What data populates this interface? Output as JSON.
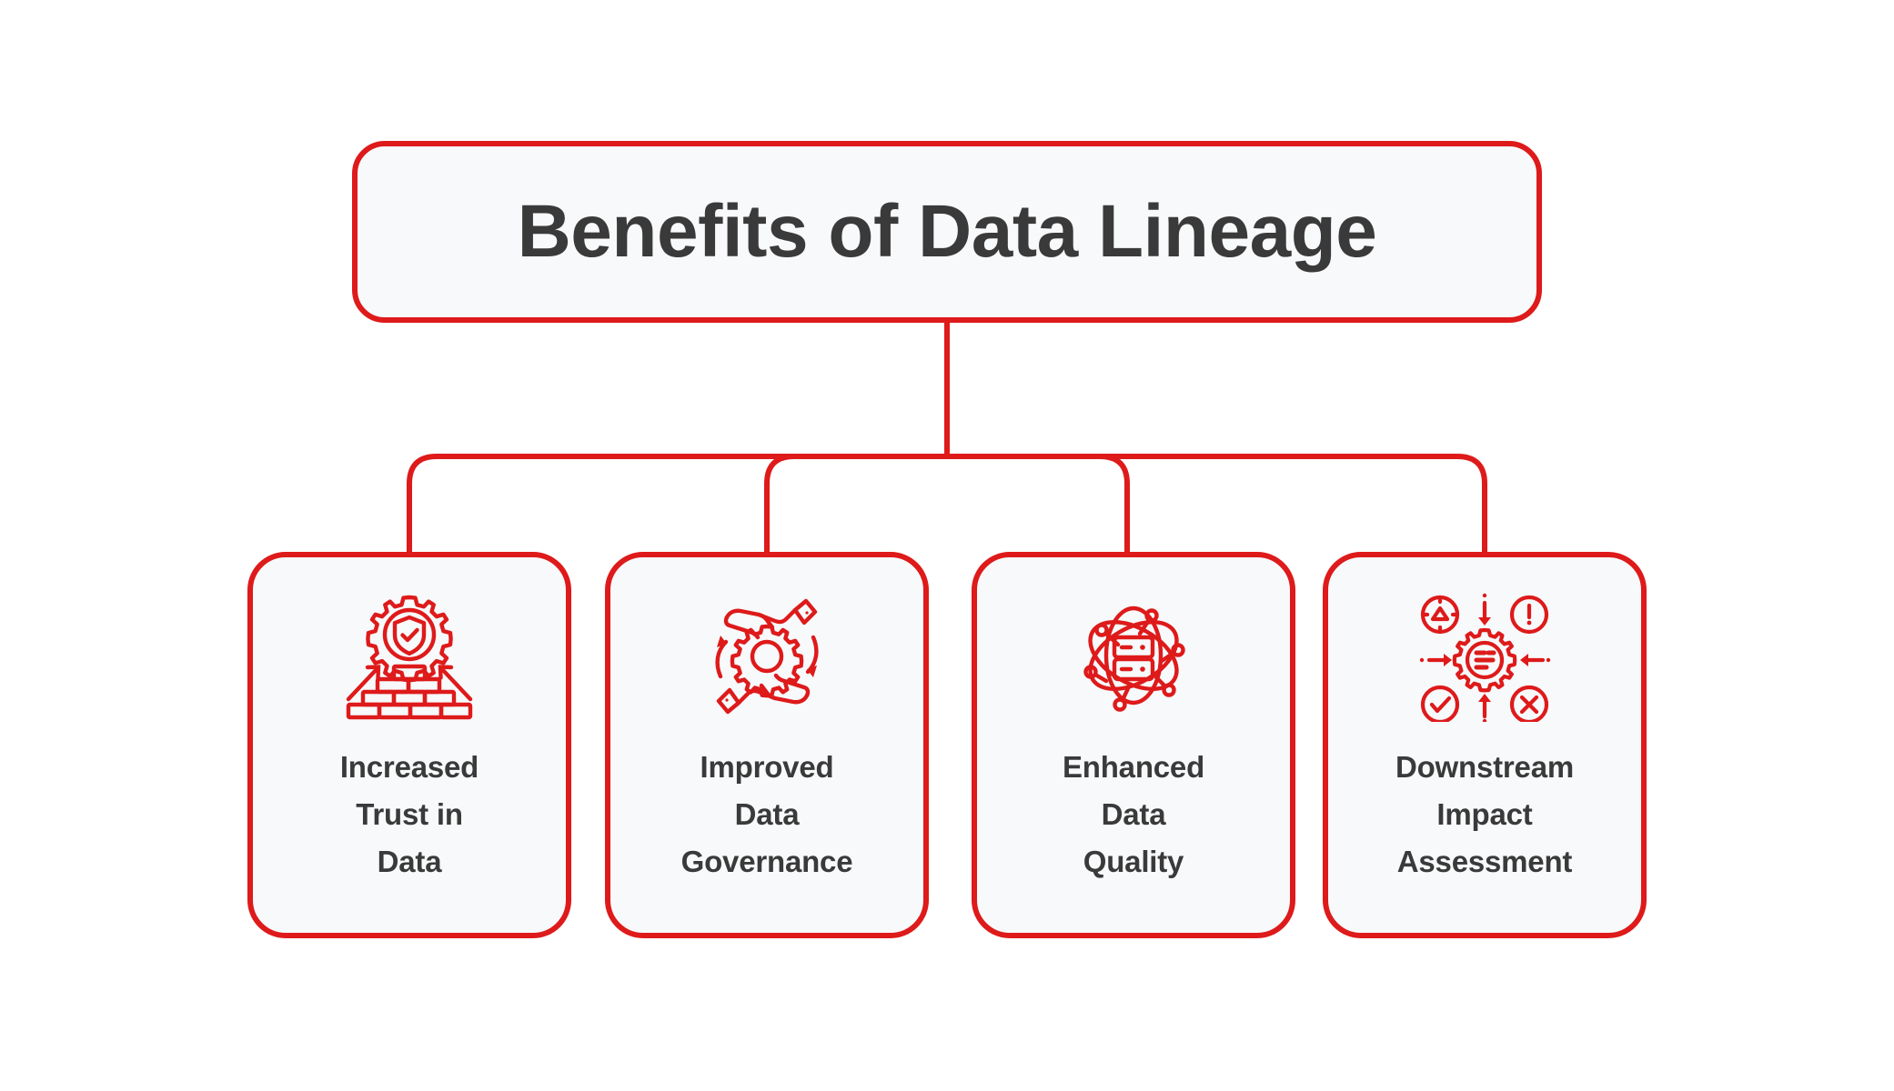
{
  "diagram": {
    "type": "hierarchy-tree",
    "title": "Benefits of Data Lineage",
    "node_count": 4,
    "colors": {
      "accent_red": "#DE1A1A",
      "box_fill": "#F7F9FB",
      "text_dark": "#3A3A3A",
      "background": "#FFFFFF"
    },
    "nodes": [
      {
        "id": "increased-trust-in-data",
        "label": "Increased\nTrust in\nData",
        "label_lines": [
          "Increased",
          "Trust in",
          "Data"
        ],
        "icon": "gear-shield-check-bricks-icon"
      },
      {
        "id": "improved-data-governance",
        "label": "Improved\nData\nGovernance",
        "label_lines": [
          "Improved",
          "Data",
          "Governance"
        ],
        "icon": "hands-gear-cycle-icon"
      },
      {
        "id": "enhanced-data-quality",
        "label": "Enhanced\nData\nQuality",
        "label_lines": [
          "Enhanced",
          "Data",
          "Quality"
        ],
        "icon": "atom-database-icon"
      },
      {
        "id": "downstream-impact-assessment",
        "label": "Downstream\nImpact\nAssessment",
        "label_lines": [
          "Downstream",
          "Impact",
          "Assessment"
        ],
        "icon": "gear-impact-arrows-icon"
      }
    ]
  }
}
